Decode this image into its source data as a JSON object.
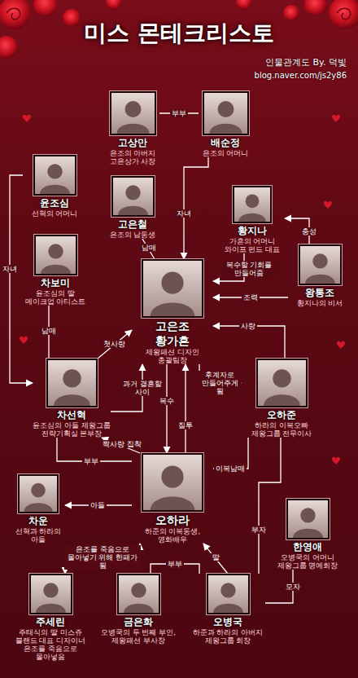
{
  "diagram": {
    "title": "미스 몬테크리스토",
    "nodes": [
      {
        "text": [
          "고상만",
          "은조의 아버지 고은상가 사장"
        ]
      },
      {
        "text": [
          "배순정",
          "은조의 어머니"
        ]
      },
      {
        "text": [
          "윤조심",
          "선혁의 어머니"
        ]
      },
      {
        "text": [
          "고은철",
          "은조의 남동생"
        ]
      },
      {
        "text": [
          "황지나",
          "가흔의 어머니 와이프 펀드 대표"
        ]
      },
      {
        "text": [
          "차보미",
          "윤조심의 딸 메이크업 아티스트"
        ]
      },
      {
        "text": [
          "왕통조",
          "황지나의 비서"
        ]
      },
      {
        "text": [
          "고은조",
          "황가흔",
          "제왕패션 디자인 총괄팀장"
        ]
      },
      {
        "text": [
          "차선혁",
          "윤조심의 아들 제왕그룹 전략기획실 본부장"
        ]
      },
      {
        "text": [
          "오하준",
          "하라의 이복오빠 제왕그룹 전무이사"
        ]
      },
      {
        "text": [
          "오하라",
          "하준의 이복동생, 영화배우"
        ]
      },
      {
        "text": [
          "차운",
          "선혁과 하라의 아들"
        ]
      },
      {
        "text": [
          "한영애",
          "오병국의 어머니 제왕그룹 명예회장"
        ]
      },
      {
        "text": [
          "주세린",
          "주태식의 딸 미스쥬 블랜드 대표 디자이너 은조를 죽음으로 몰아넣음"
        ]
      },
      {
        "text": [
          "금은화",
          "오병국의 두 번째 부인, 제왕패션 부사장"
        ]
      },
      {
        "text": [
          "오병국",
          "하준과 하라의 아버지 제왕그룹 회장"
        ]
      }
    ],
    "edges": [
      {
        "from": 0,
        "to": 1,
        "label": "부부",
        "arrow": "none"
      },
      {
        "from": 1,
        "to": 7,
        "label": "자녀",
        "arrow": "to"
      },
      {
        "from": 3,
        "to": 7,
        "label": "남매",
        "arrow": "none"
      },
      {
        "from": 4,
        "to": 7,
        "label": "복수할 기회를 만들어줌",
        "arrow": "to"
      },
      {
        "from": 6,
        "to": 4,
        "label": "충성",
        "arrow": "to"
      },
      {
        "from": 6,
        "to": 7,
        "label": "조력",
        "arrow": "to"
      },
      {
        "from": 2,
        "to": 8,
        "label": "자녀",
        "arrow": "to"
      },
      {
        "from": 5,
        "to": 8,
        "label": "남매",
        "arrow": "none"
      },
      {
        "from": 8,
        "to": 7,
        "label": "첫사랑",
        "arrow": "to"
      },
      {
        "from": 8,
        "to": 7,
        "label": "과거 결혼할 사이",
        "arrow": "to"
      },
      {
        "from": 9,
        "to": 7,
        "label": "사랑",
        "arrow": "to"
      },
      {
        "from": 7,
        "to": 9,
        "label": "후계자로 만들어주게 됨",
        "arrow": "to"
      },
      {
        "from": 7,
        "to": 10,
        "label": "복수",
        "arrow": "to"
      },
      {
        "from": 10,
        "to": 7,
        "label": "질투",
        "arrow": "to"
      },
      {
        "from": 10,
        "to": 9,
        "label": "이복남매",
        "arrow": "none"
      },
      {
        "from": 9,
        "to": 15,
        "label": "부자",
        "arrow": "none"
      },
      {
        "from": 12,
        "to": 15,
        "label": "모자",
        "arrow": "none"
      },
      {
        "from": 15,
        "to": 10,
        "label": "딸",
        "arrow": "to"
      },
      {
        "from": 14,
        "to": 15,
        "label": "부부",
        "arrow": "none"
      },
      {
        "from": 8,
        "to": 10,
        "label": "부부",
        "arrow": "none"
      },
      {
        "from": 10,
        "to": 8,
        "label": "짝사랑 집착",
        "arrow": "to"
      },
      {
        "from": 10,
        "to": 11,
        "label": "아들",
        "arrow": "to"
      },
      {
        "from": 13,
        "to": 10,
        "label": "은조를 죽음으로 몰아넣기 위해 한패가 됨",
        "arrow": "both"
      }
    ],
    "labels": [
      "인물관계도 By. 덕빛",
      "blog.naver.com/js2y86"
    ]
  }
}
